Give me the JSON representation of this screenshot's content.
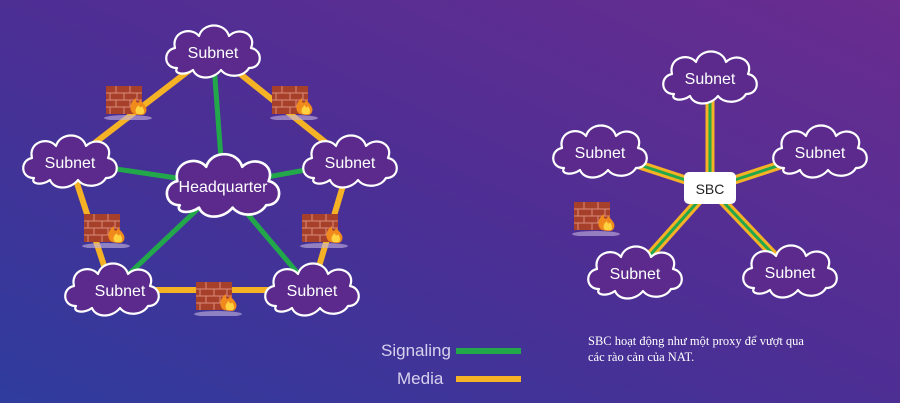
{
  "left_diagram": {
    "center_label": "Headquarter",
    "subnet_label": "Subnet"
  },
  "right_diagram": {
    "center_label": "SBC",
    "subnet_label": "Subnet"
  },
  "legend": {
    "signaling": {
      "label": "Signaling",
      "color": "#22a84b"
    },
    "media": {
      "label": "Media",
      "color": "#f5b225"
    }
  },
  "caption": {
    "line1": "SBC hoạt động như một proxy để vượt qua",
    "line2": "các rào cản của NAT."
  },
  "colors": {
    "background_start": "#2f3c9e",
    "background_end": "#6a2c8f",
    "cloud_fill": "#5b2a8c",
    "cloud_stroke": "#ffffff",
    "firewall": "#a7402a"
  },
  "icons": [
    "cloud-icon",
    "firewall-icon"
  ]
}
